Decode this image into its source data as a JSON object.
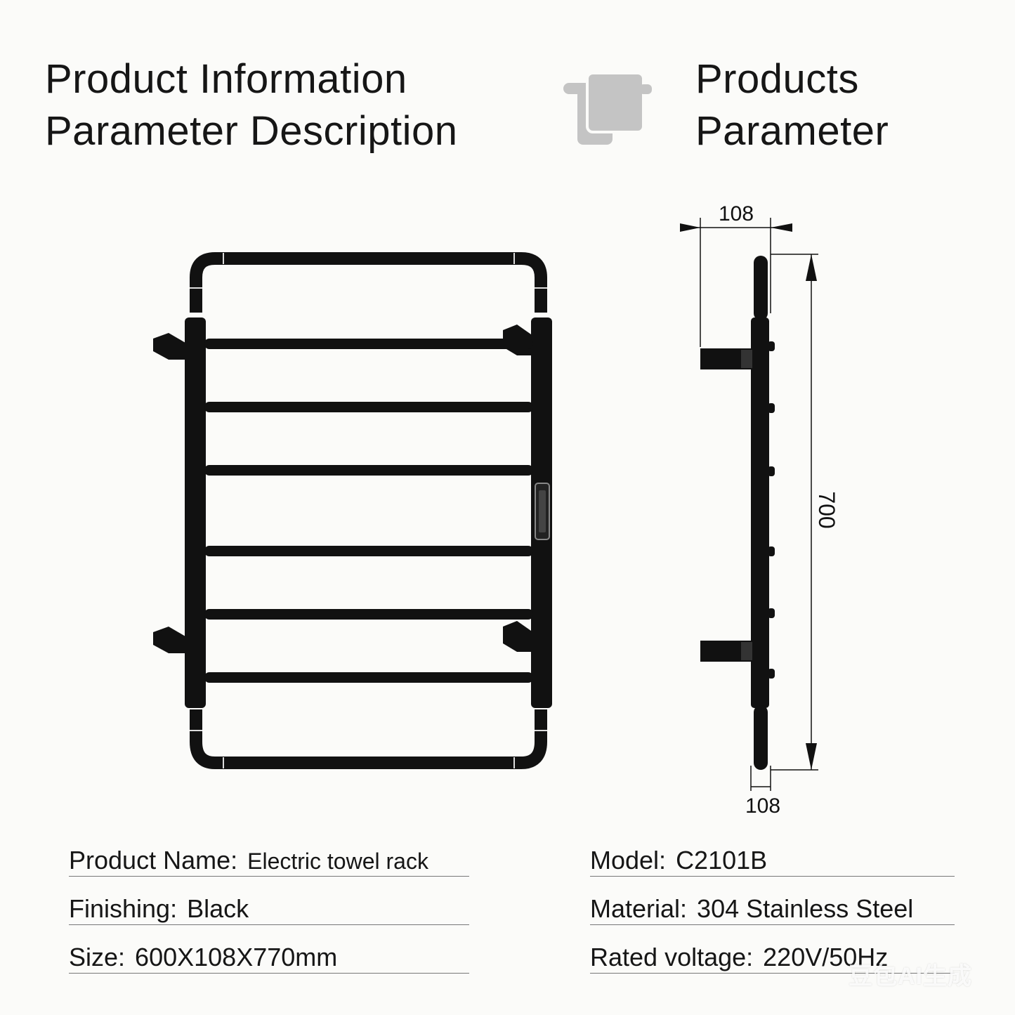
{
  "heading_left": {
    "line1": "Product Information",
    "line2": "Parameter Description"
  },
  "heading_right": {
    "line1": "Products",
    "line2": "Parameter"
  },
  "logo": {
    "icon": "towel-rack-logo-icon",
    "color": "#c4c4c4"
  },
  "dimensions": {
    "top_depth": "108",
    "bottom_depth": "108",
    "height": "700"
  },
  "specs": {
    "product_name": {
      "label": "Product Name:",
      "value": "Electric towel rack"
    },
    "finishing": {
      "label": "Finishing:",
      "value": "Black"
    },
    "size": {
      "label": "Size:",
      "value": "600X108X770mm"
    },
    "model": {
      "label": "Model:",
      "value": "C2101B"
    },
    "material": {
      "label": "Material:",
      "value": "304 Stainless Steel"
    },
    "rated_voltage": {
      "label": "Rated voltage:",
      "value": "220V/50Hz"
    }
  },
  "watermark": "豆包AI生成",
  "colors": {
    "rack_black": "#111111",
    "background": "#fbfbf9",
    "rule_gray": "#777777"
  }
}
